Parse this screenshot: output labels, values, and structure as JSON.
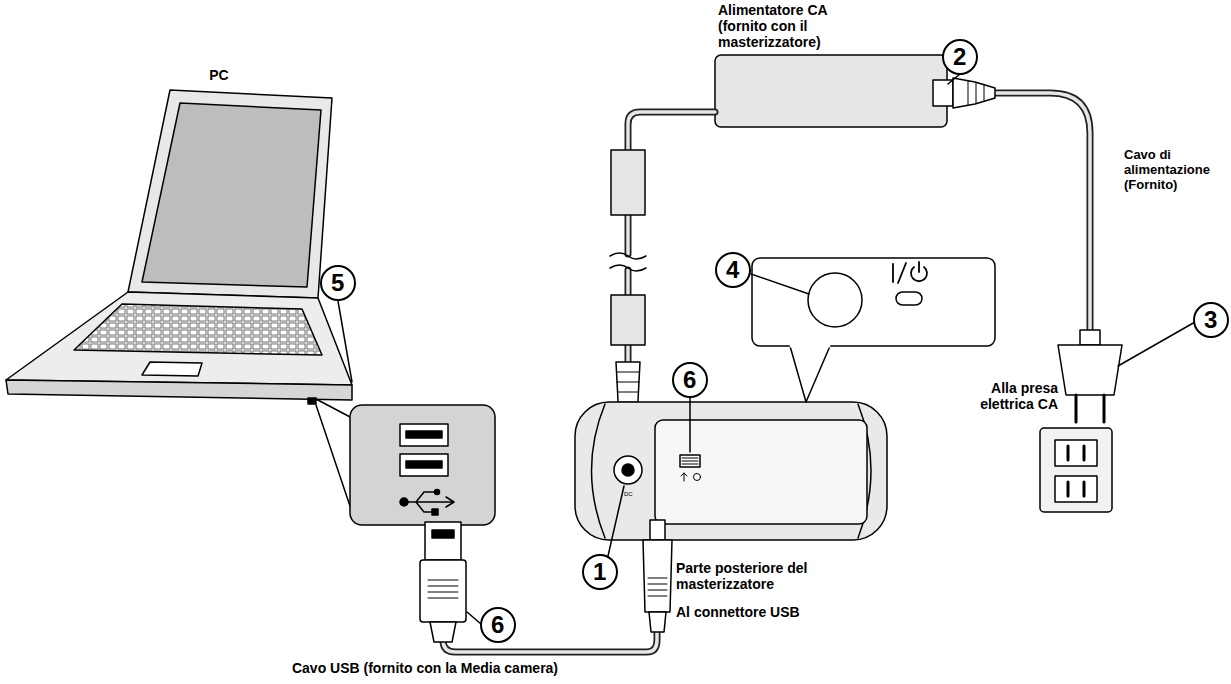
{
  "diagram": {
    "labels": [
      "Alimentatore CA (fornito con il masterizzatore)",
      "2",
      "PC",
      "Cavo di alimentazione (Fornito)",
      "4",
      "5",
      "3",
      "6",
      "Alla presa elettrica CA",
      "DC",
      "6",
      "1",
      "Parte posteriore del masterizzatore",
      "Al connettore USB",
      "Cavo USB (fornito con la Media camera)"
    ]
  }
}
